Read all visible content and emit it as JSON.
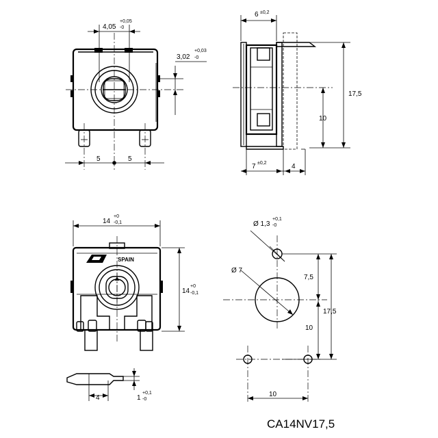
{
  "part_label": "CA14NV17,5",
  "brand_text": "SPAIN",
  "dims": {
    "shaft_width": "4,05",
    "shaft_width_tol_up": "+0,05",
    "shaft_width_tol_down": "-0",
    "shaft_offset": "3,02",
    "shaft_offset_tol_up": "+0,03",
    "shaft_offset_tol_down": "-0",
    "pin_pitch_left": "5",
    "pin_pitch_right": "5",
    "side_depth": "6",
    "side_depth_tol": "±0,2",
    "side_height_total": "17,5",
    "side_height_axis": "10",
    "side_base": "7",
    "side_base_tol": "±0,2",
    "side_pin_len": "4",
    "body_width": "14",
    "body_width_tol_up": "+0",
    "body_width_tol_down": "-0,1",
    "body_height": "14",
    "body_height_tol_up": "+0",
    "body_height_tol_down": "-0,1",
    "pin_len": "4",
    "pin_thk": "1",
    "pin_thk_tol_up": "+0,1",
    "pin_thk_tol_down": "-0",
    "hole_small": "Ø 1,3",
    "hole_small_tol_up": "+0,1",
    "hole_small_tol_down": "-0",
    "hole_big": "Ø 7",
    "fp_upper": "7,5",
    "fp_lower": "10",
    "fp_total": "17,5",
    "fp_width": "10"
  }
}
